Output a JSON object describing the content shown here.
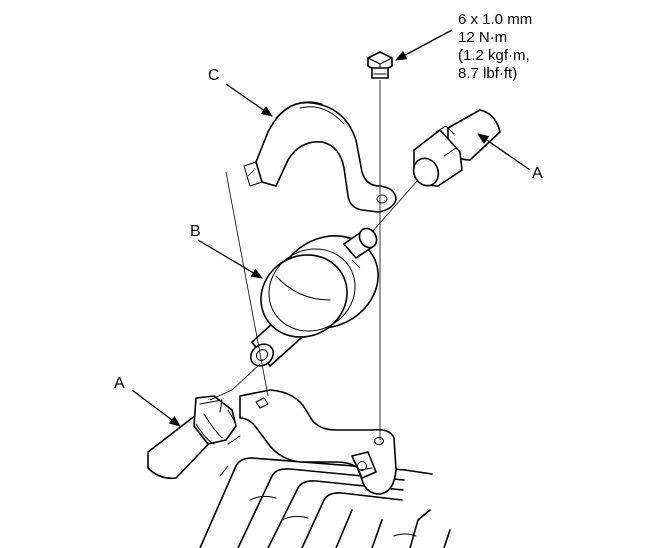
{
  "labels": {
    "a_upper": "A",
    "a_lower": "A",
    "b": "B",
    "c": "C"
  },
  "spec": {
    "line1": "6 x 1.0 mm",
    "line2": "12 N·m",
    "line3": "(1.2 kgf·m,",
    "line4": "8.7 lbf·ft)"
  }
}
